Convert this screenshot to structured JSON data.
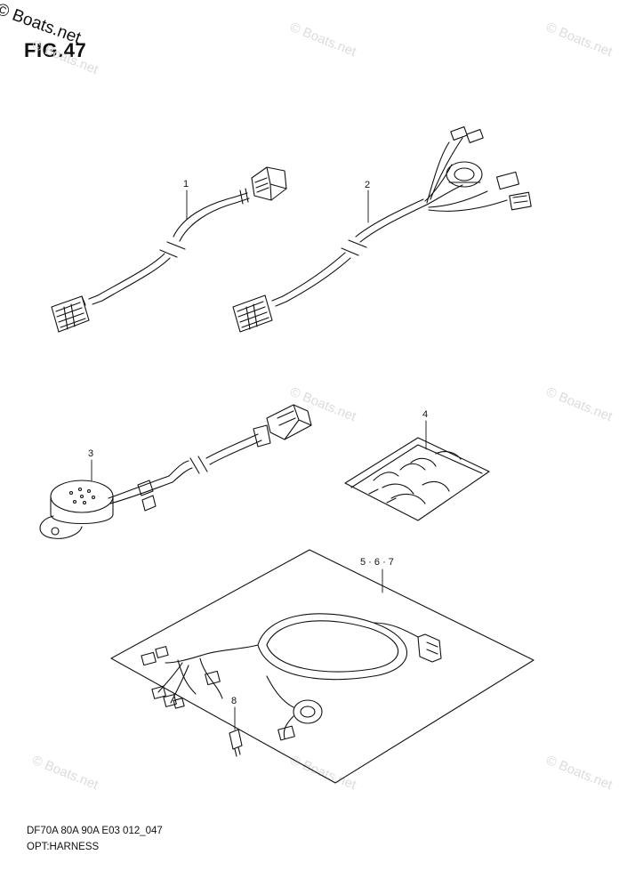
{
  "figure": {
    "title": "FIG.47"
  },
  "watermarks": {
    "main": "© Boats.net",
    "faint": "© Boats.net"
  },
  "callouts": {
    "p1": "1",
    "p2": "2",
    "p3": "3",
    "p4": "4",
    "p567": "5 · 6 · 7",
    "p8": "8"
  },
  "footer": {
    "code": "DF70A 80A 90A E03 012_047",
    "name": "OPT:HARNESS"
  }
}
